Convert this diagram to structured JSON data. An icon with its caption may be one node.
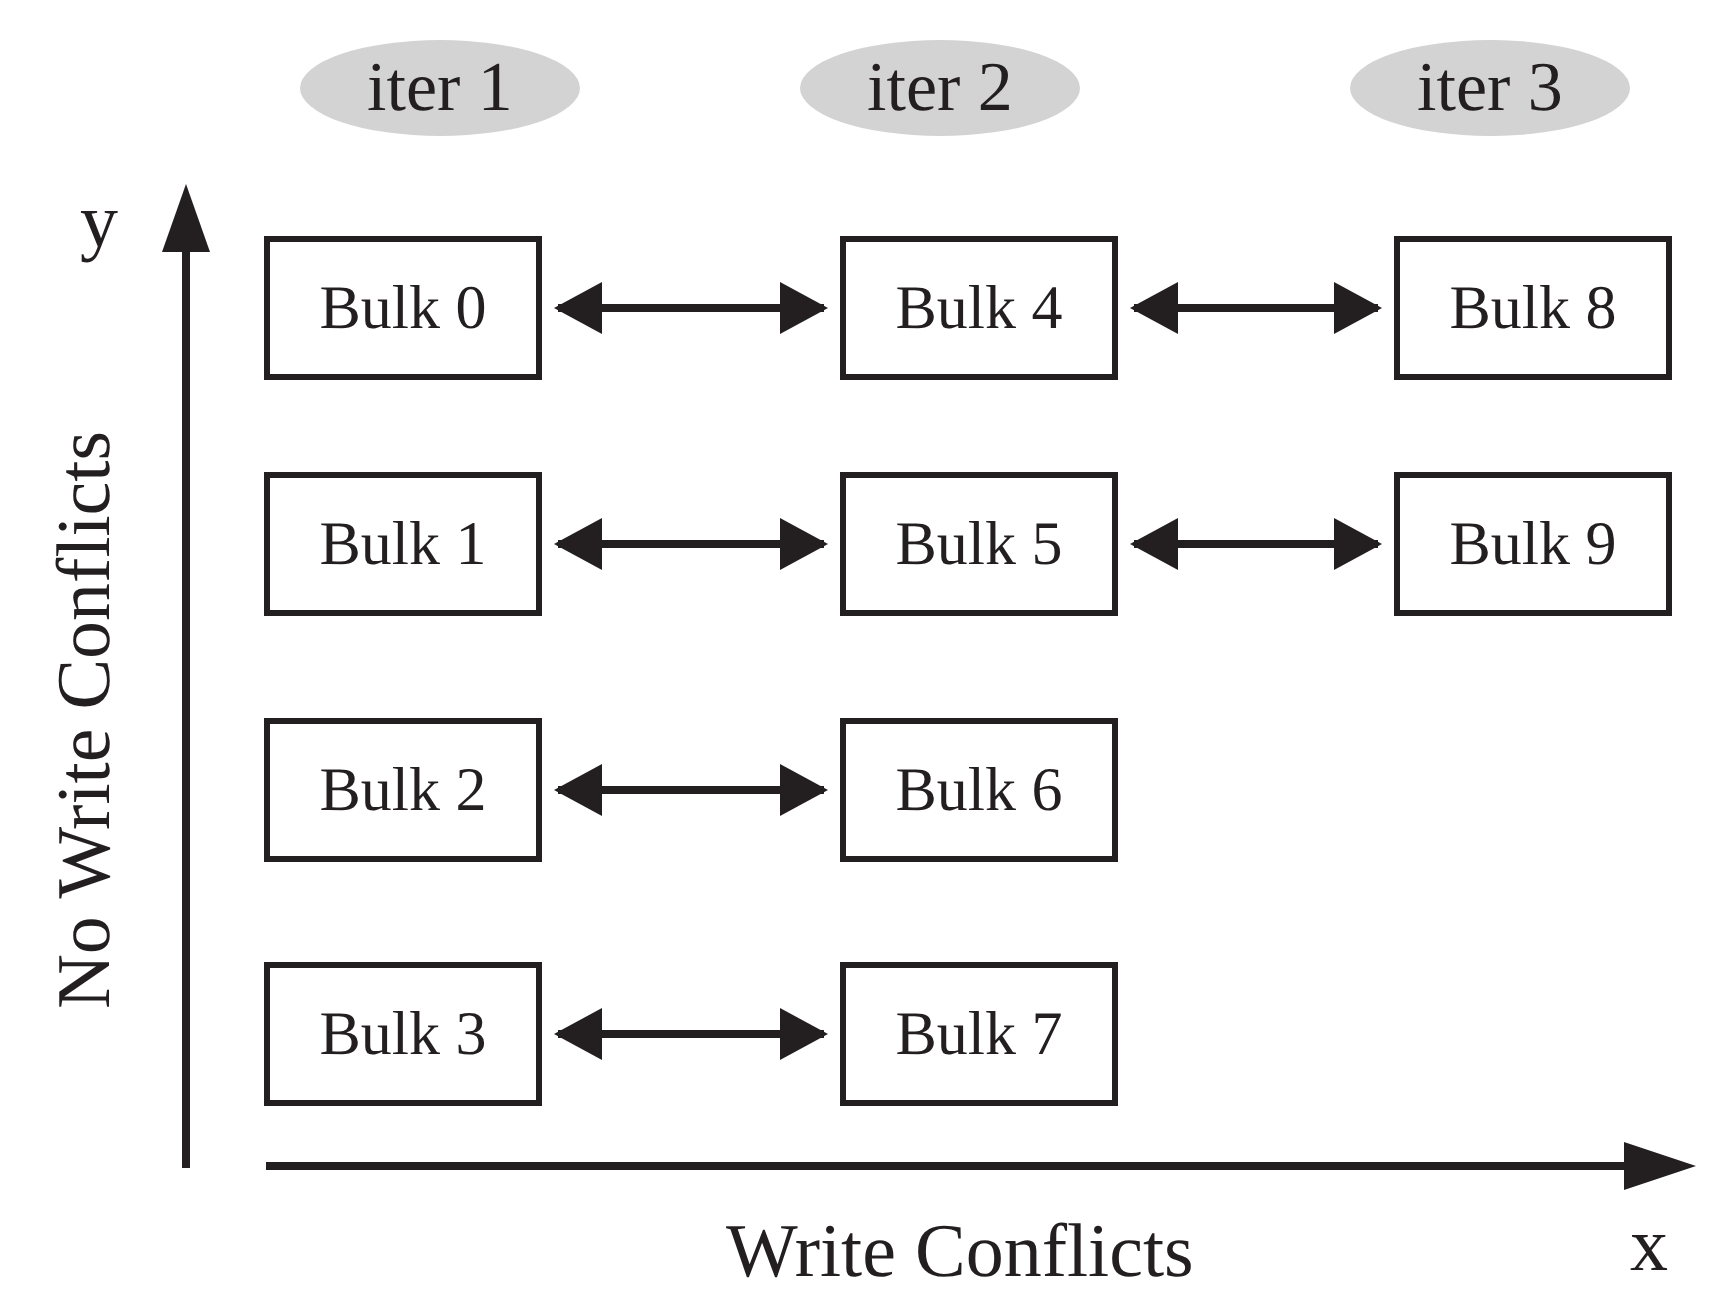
{
  "diagram": {
    "nodes": [
      {
        "text": [
          "iter 1"
        ]
      },
      {
        "text": [
          "iter 2"
        ]
      },
      {
        "text": [
          "iter 3"
        ]
      },
      {
        "text": [
          "Bulk 0"
        ]
      },
      {
        "text": [
          "Bulk 1"
        ]
      },
      {
        "text": [
          "Bulk 2"
        ]
      },
      {
        "text": [
          "Bulk 3"
        ]
      },
      {
        "text": [
          "Bulk 4"
        ]
      },
      {
        "text": [
          "Bulk 5"
        ]
      },
      {
        "text": [
          "Bulk 6"
        ]
      },
      {
        "text": [
          "Bulk 7"
        ]
      },
      {
        "text": [
          "Bulk 8"
        ]
      },
      {
        "text": [
          "Bulk 9"
        ]
      }
    ],
    "edges": [
      {
        "from": 3,
        "to": 7,
        "arrow": "both"
      },
      {
        "from": 7,
        "to": 11,
        "arrow": "both"
      },
      {
        "from": 4,
        "to": 8,
        "arrow": "both"
      },
      {
        "from": 8,
        "to": 12,
        "arrow": "both"
      },
      {
        "from": 5,
        "to": 9,
        "arrow": "both"
      },
      {
        "from": 6,
        "to": 10,
        "arrow": "both"
      }
    ],
    "labels": [
      "y",
      "No Write Conflicts",
      "Write Conflicts",
      "x"
    ]
  }
}
